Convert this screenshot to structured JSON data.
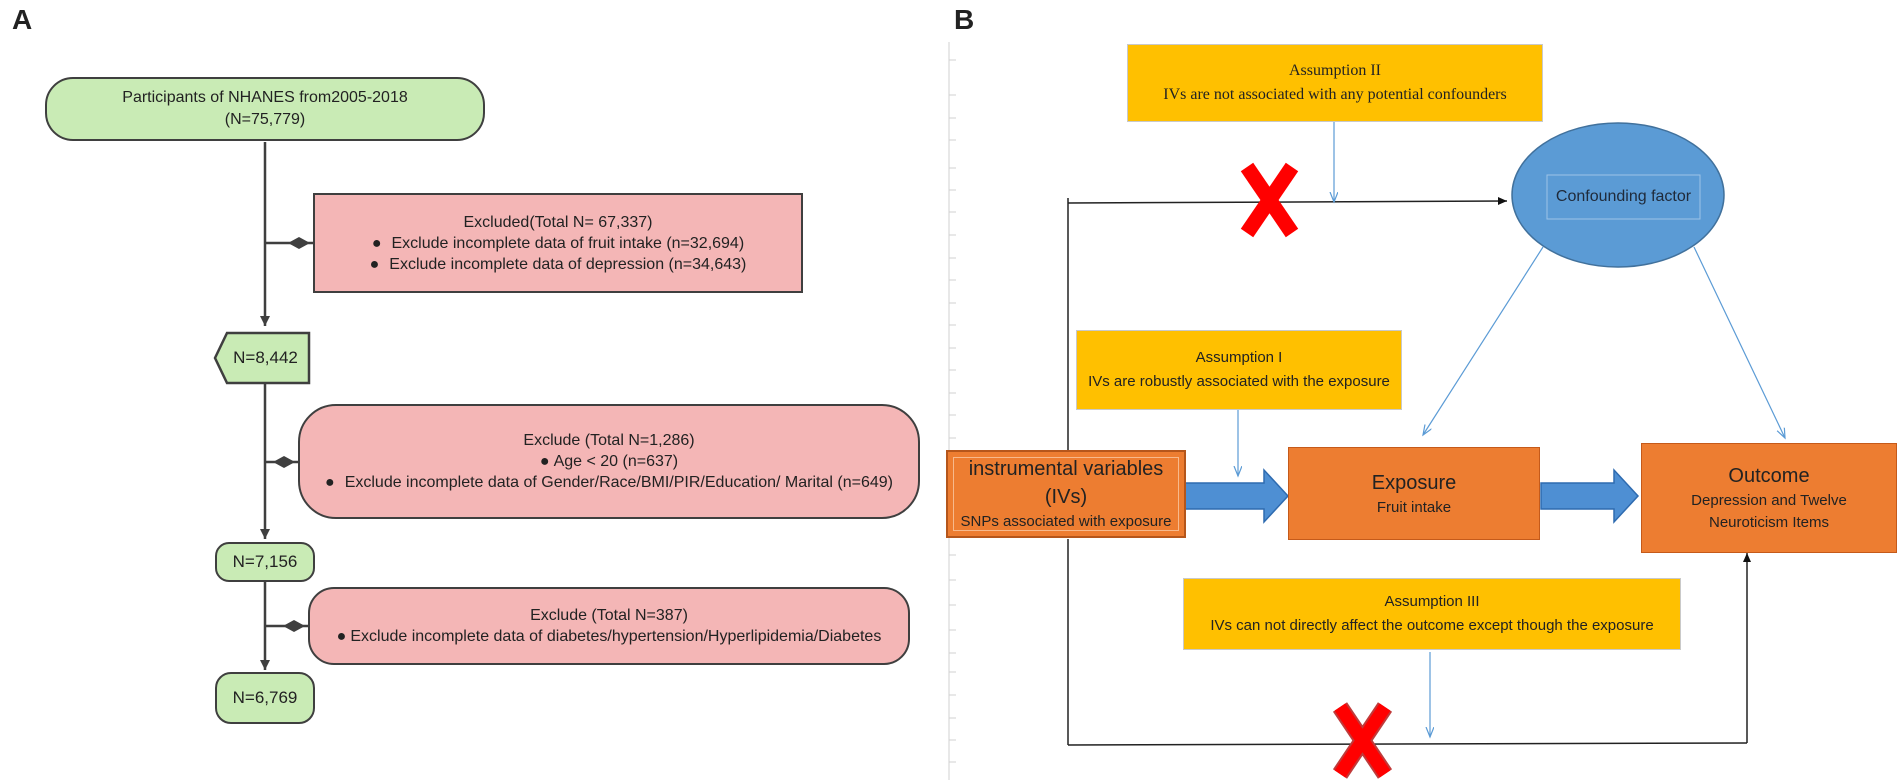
{
  "panels": {
    "a": "A",
    "b": "B"
  },
  "flowchart": {
    "start": {
      "line1": "Participants of NHANES from2005-2018",
      "line2": "(N=75,779)"
    },
    "exclusion1": {
      "title": "Excluded(Total N= 67,337)",
      "items": [
        "Exclude incomplete data of fruit intake (n=32,694)",
        "Exclude incomplete data of depression (n=34,643)"
      ]
    },
    "n1": "N=8,442",
    "exclusion2": {
      "title": "Exclude (Total N=1,286)",
      "items": [
        "Age < 20 (n=637)",
        "Exclude incomplete data of Gender/Race/BMI/PIR/Education/ Marital (n=649)"
      ]
    },
    "n2": "N=7,156",
    "exclusion3": {
      "title": "Exclude (Total N=387)",
      "items": [
        "Exclude incomplete data of diabetes/hypertension/Hyperlipidemia/Diabetes"
      ]
    },
    "n3": "N=6,769"
  },
  "mr_diagram": {
    "assumption2": {
      "title": "Assumption II",
      "text": "IVs are not associated with any potential confounders"
    },
    "assumption1": {
      "title": "Assumption I",
      "text": "IVs are robustly associated with the exposure"
    },
    "assumption3": {
      "title": "Assumption III",
      "text": "IVs can not directly affect the outcome except though the exposure"
    },
    "confounder": "Confounding factor",
    "iv": {
      "title": "instrumental variables (IVs)",
      "subtitle": "SNPs associated with exposure"
    },
    "exposure": {
      "title": "Exposure",
      "subtitle": "Fruit intake"
    },
    "outcome": {
      "title": "Outcome",
      "subtitle": "Depression and Twelve Neuroticism Items"
    }
  },
  "colors": {
    "green_box": "#c9ebb5",
    "pink_box": "#f4b6b6",
    "yellow_box": "#ffc000",
    "orange_box": "#ed7d31",
    "ellipse": "#5b9bd5",
    "block_arrow": "#4e8fd3",
    "cross": "#ff0000"
  },
  "icons": [
    "bullet-icon",
    "diamond-connector-icon",
    "red-cross-icon",
    "block-arrow-icon"
  ]
}
